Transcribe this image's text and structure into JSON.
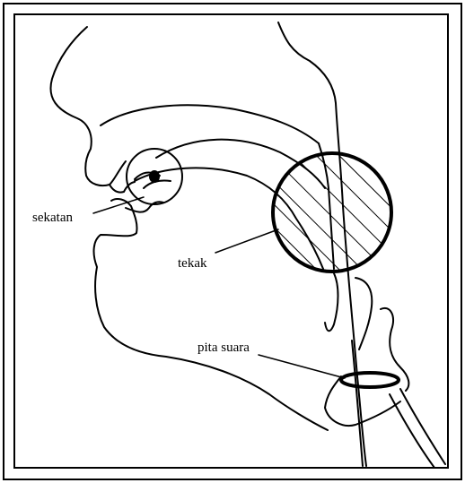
{
  "labels": {
    "constriction": "sekatan",
    "pharynx": "tekak",
    "vocal_cords": "pita suara"
  },
  "icons": [
    "head-profile-outline",
    "constriction-circle-icon",
    "pharynx-circle-icon",
    "vocal-cords-ring-icon"
  ]
}
